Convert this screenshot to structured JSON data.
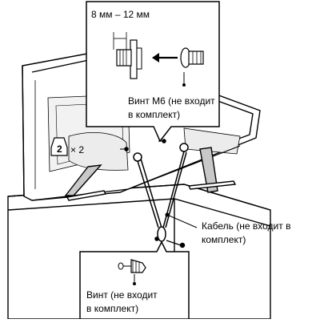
{
  "callouts": {
    "top": {
      "dimension": "8 мм – 12 мм",
      "screw_line1": "Винт M6 (не входит",
      "screw_line2": "в комплект)"
    },
    "step": {
      "number": "2",
      "multiplier": "× 2"
    },
    "cable": {
      "line1": "Кабель (не входит в",
      "line2": "комплект)"
    },
    "bottom_screw": {
      "line1": "Винт (не входит",
      "line2": "в комплект)"
    }
  },
  "colors": {
    "line": "#000000",
    "tv_fill": "#ffffff",
    "tv_shade": "#b3b3b3",
    "shadow": "#d9d9d9"
  }
}
